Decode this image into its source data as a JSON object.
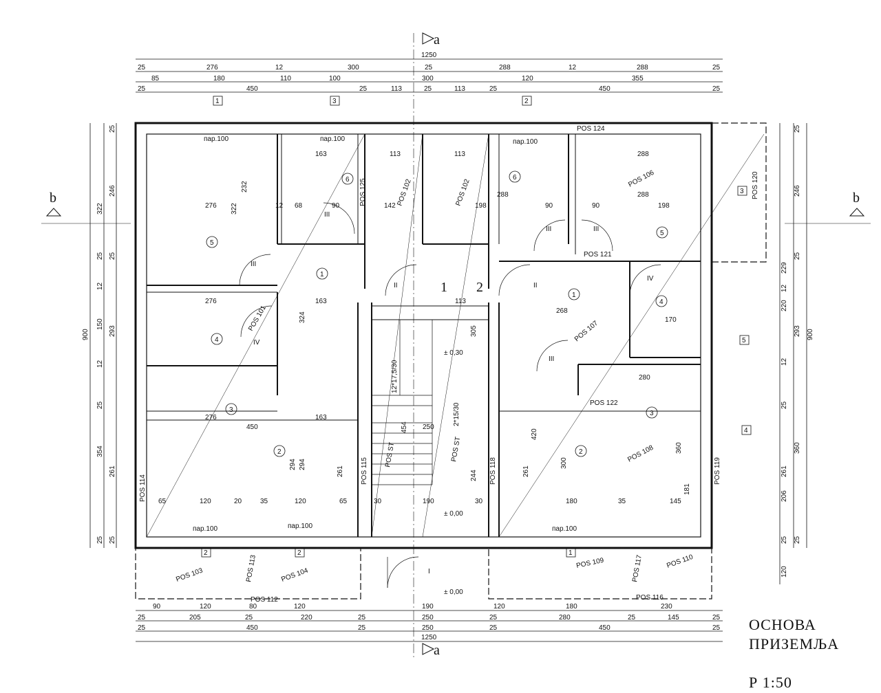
{
  "title": {
    "line1": "ОСНОВА",
    "line2": "ПРИЗЕМЉА",
    "scale": "Р   1:50"
  },
  "section_marks": {
    "a": "a",
    "b": "b"
  },
  "dims_top": {
    "total": "1250",
    "row1": [
      "25",
      "276",
      "12",
      "300",
      "25",
      "288",
      "12",
      "288",
      "25"
    ],
    "row2": [
      "85",
      "180",
      "110",
      "100",
      "300",
      "120",
      "355"
    ],
    "row3": [
      "25",
      "450",
      "25",
      "113",
      "25",
      "113",
      "25",
      "450",
      "25"
    ]
  },
  "dims_bottom": {
    "row1": [
      "90",
      "120",
      "80",
      "120",
      "190",
      "120",
      "180",
      "230"
    ],
    "row2": [
      "25",
      "205",
      "25",
      "220",
      "25",
      "250",
      "25",
      "280",
      "25",
      "145",
      "25"
    ],
    "row3": [
      "25",
      "450",
      "25",
      "250",
      "25",
      "450",
      "25"
    ],
    "total": "1250"
  },
  "dims_left": {
    "total": "900",
    "outer": [
      "322",
      "25",
      "12",
      "150",
      "12",
      "25",
      "354",
      "25"
    ],
    "inner": [
      "25",
      "246",
      "25",
      "293",
      "261",
      "25"
    ]
  },
  "dims_right": {
    "total": "900",
    "outer": [
      "229",
      "12",
      "220",
      "12",
      "25",
      "360",
      "206",
      "25",
      "120"
    ],
    "inner": [
      "25",
      "246",
      "25",
      "293",
      "261",
      "25"
    ]
  },
  "rooms": {
    "r1_left": "1",
    "r2_left": "2",
    "r3_left": "3",
    "r4_left": "4",
    "r5_left": "5",
    "r6_left": "6",
    "r1_right": "1",
    "r2_right": "2",
    "r3_right": "3",
    "r4_right": "4",
    "r5_right": "5",
    "r6_right": "6",
    "stair_1": "1",
    "stair_2": "2"
  },
  "levels": {
    "l1": "± 0,30",
    "l2": "± 0,00",
    "l3": "± 0,00"
  },
  "windows": [
    "1",
    "3",
    "2",
    "3",
    "5",
    "4",
    "2",
    "2",
    "1"
  ],
  "doors": [
    "III",
    "III",
    "II",
    "II",
    "III",
    "III",
    "IV",
    "IV",
    "III",
    "I"
  ],
  "labels": {
    "par_top_left": "пар.100",
    "par_top_mid": "пар.100",
    "par_top_right": "пар.100",
    "par_bot_left": "пар.100",
    "par_bot_mid": "пар.100",
    "par_bot_right": "пар.100",
    "pos124": "POS 124",
    "pos106": "POS 106",
    "pos120": "POS 120",
    "pos125": "POS 125",
    "pos102a": "POS 102",
    "pos102b": "POS 102",
    "pos101": "POS 101",
    "pos107": "POS 107",
    "pos121": "POS 121",
    "pos122": "POS 122",
    "pos108": "POS 108",
    "pos114": "POS 114",
    "pos115": "POS 115",
    "pos118": "POS 118",
    "pos119": "POS 119",
    "pos103": "POS 103",
    "pos113": "POS 113",
    "pos104": "POS 104",
    "pos112": "POS 112",
    "pos109": "POS 109",
    "pos117": "POS 117",
    "pos110": "POS 110",
    "pos116": "POS 116",
    "posst1": "POS ST",
    "posst2": "POS ST",
    "stair_a": "12*17,5/30",
    "stair_b": "2*15/30"
  },
  "room_dims": {
    "d276a": "276",
    "d12a": "12",
    "d68": "68",
    "d90a": "90",
    "d142": "142",
    "d198a": "198",
    "d288a": "288",
    "d90b": "90",
    "d90c": "90",
    "d198b": "198",
    "d163a": "163",
    "d113a": "113",
    "d113b": "113",
    "d288b": "288",
    "d288c": "288",
    "d276b": "276",
    "d163b": "163",
    "d113c": "113",
    "d268": "268",
    "d170": "170",
    "d276c": "276",
    "d163c": "163",
    "d450": "450",
    "d250": "250",
    "d280": "280",
    "d65a": "65",
    "d120a": "120",
    "d20": "20",
    "d35a": "35",
    "d120b": "120",
    "d65b": "65",
    "d30a": "30",
    "d190": "190",
    "d30b": "30",
    "d180": "180",
    "d35b": "35",
    "d145": "145",
    "d322": "322",
    "d232": "232",
    "d324": "324",
    "d294a": "294",
    "d294b": "294",
    "d261a": "261",
    "d261b": "261",
    "d420": "420",
    "d300": "300",
    "d244": "244",
    "d305": "305",
    "d454": "454",
    "d360": "360",
    "d181": "181"
  }
}
